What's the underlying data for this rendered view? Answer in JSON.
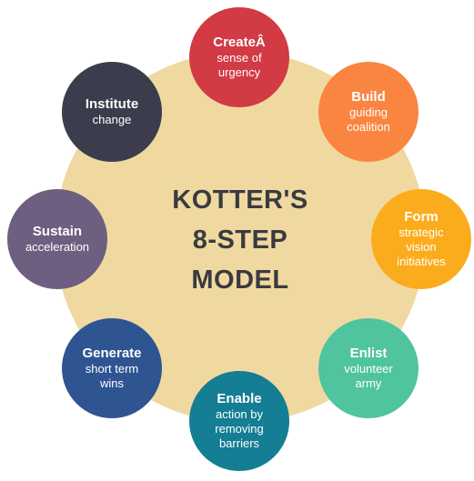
{
  "title": {
    "line1": "KOTTER'S",
    "line2": "8-STEP",
    "line3": "MODEL"
  },
  "colors": {
    "background_circle": "#f0d9a0",
    "title_text": "#3a3a40"
  },
  "steps": [
    {
      "title": "CreateÂ",
      "desc": "sense of\nurgency",
      "color": "#d23a44"
    },
    {
      "title": "Build",
      "desc": "guiding\ncoalition",
      "color": "#f98541"
    },
    {
      "title": "Form",
      "desc": "strategic\nvision\ninitiatives",
      "color": "#fbac1c"
    },
    {
      "title": "Enlist",
      "desc": "volunteer\narmy",
      "color": "#4fc49e"
    },
    {
      "title": "Enable",
      "desc": "action by\nremoving\nbarriers",
      "color": "#137e94"
    },
    {
      "title": "Generate",
      "desc": "short term\nwins",
      "color": "#2f5492"
    },
    {
      "title": "Sustain",
      "desc": "acceleration",
      "color": "#6e5f80"
    },
    {
      "title": "Institute",
      "desc": "change",
      "color": "#3b3d4d"
    }
  ]
}
